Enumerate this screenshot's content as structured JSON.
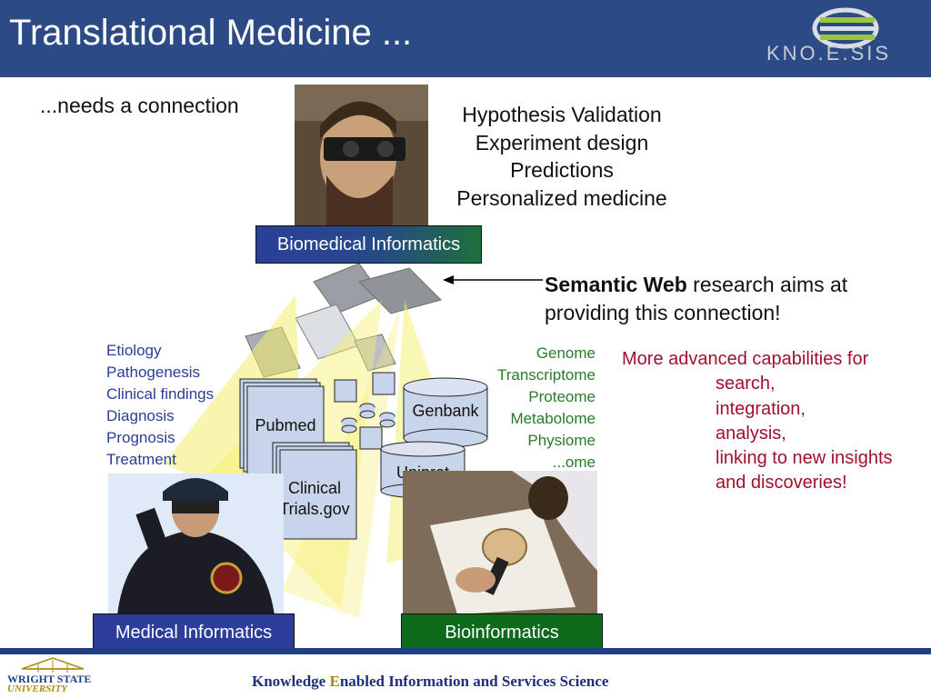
{
  "header": {
    "title": "Translational Medicine ...",
    "logo_text": "KNO.E.SIS"
  },
  "subtitle": "...needs a connection",
  "goals": [
    "Hypothesis Validation",
    "Experiment design",
    "Predictions",
    "Personalized medicine"
  ],
  "semantic_web": {
    "bold": "Semantic Web",
    "rest_line1": " research aims at",
    "line2": "providing this connection!"
  },
  "capabilities": {
    "intro": "More advanced capabilities for",
    "items": [
      "search,",
      "integration,",
      "analysis,",
      "linking to new insights",
      "and discoveries!"
    ]
  },
  "clinical_terms": [
    "Etiology",
    "Pathogenesis",
    "Clinical findings",
    "Diagnosis",
    "Prognosis",
    "Treatment"
  ],
  "omics_terms": [
    "Genome",
    "Transcriptome",
    "Proteome",
    "Metabolome",
    "Physiome",
    "...ome"
  ],
  "boxes": {
    "biomedical": "Biomedical Informatics",
    "medical": "Medical Informatics",
    "bio": "Bioinformatics"
  },
  "resources": {
    "pubmed": "Pubmed",
    "clinical_line1": "Clinical",
    "clinical_line2": "Trials.gov",
    "genbank": "Genbank",
    "uniprot": "Uniprot"
  },
  "footer": {
    "prefix": "Knowledge ",
    "e": "E",
    "rest": "nabled Information and Services Science",
    "wsu_line1": "WRIGHT STATE",
    "wsu_line2": "UNIVERSITY"
  },
  "colors": {
    "header_bg": "#2c4a86",
    "clinical_text": "#2a3e98",
    "omics_text": "#2a7a2a",
    "capabilities_text": "#a0102e",
    "medical_box": "#2c3d9a",
    "bio_box": "#0d6a1a"
  },
  "icons": [
    "knoesis-logo-icon",
    "wright-state-logo-icon",
    "arrow-left-icon"
  ]
}
